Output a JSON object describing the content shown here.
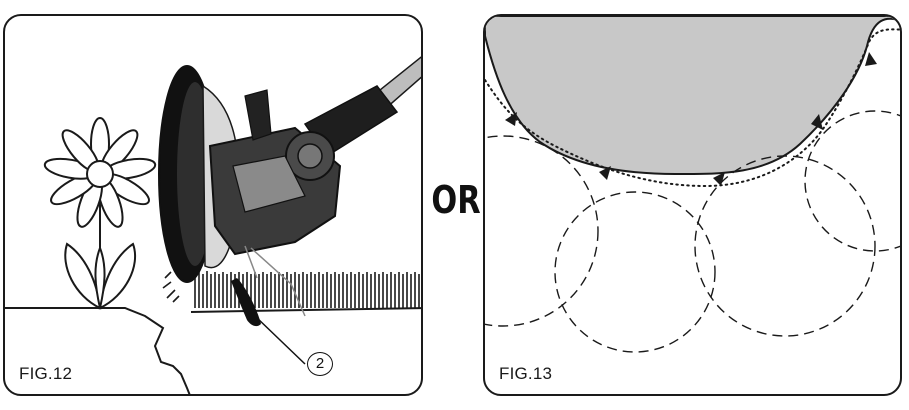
{
  "figures": [
    {
      "id": "fig12",
      "label": "FIG.12",
      "callout": "2"
    },
    {
      "id": "fig13",
      "label": "FIG.13"
    }
  ],
  "separator": "OR",
  "colors": {
    "outline": "#1a1a1a",
    "shaded_bed": "#c8c8c8",
    "tool_body": "#3a3a3a",
    "tool_dark": "#111111"
  },
  "icons": [
    "flower-icon",
    "string-trimmer-icon",
    "grass-edge-icon",
    "dashed-circle-path-icon",
    "arrowhead-icon"
  ]
}
